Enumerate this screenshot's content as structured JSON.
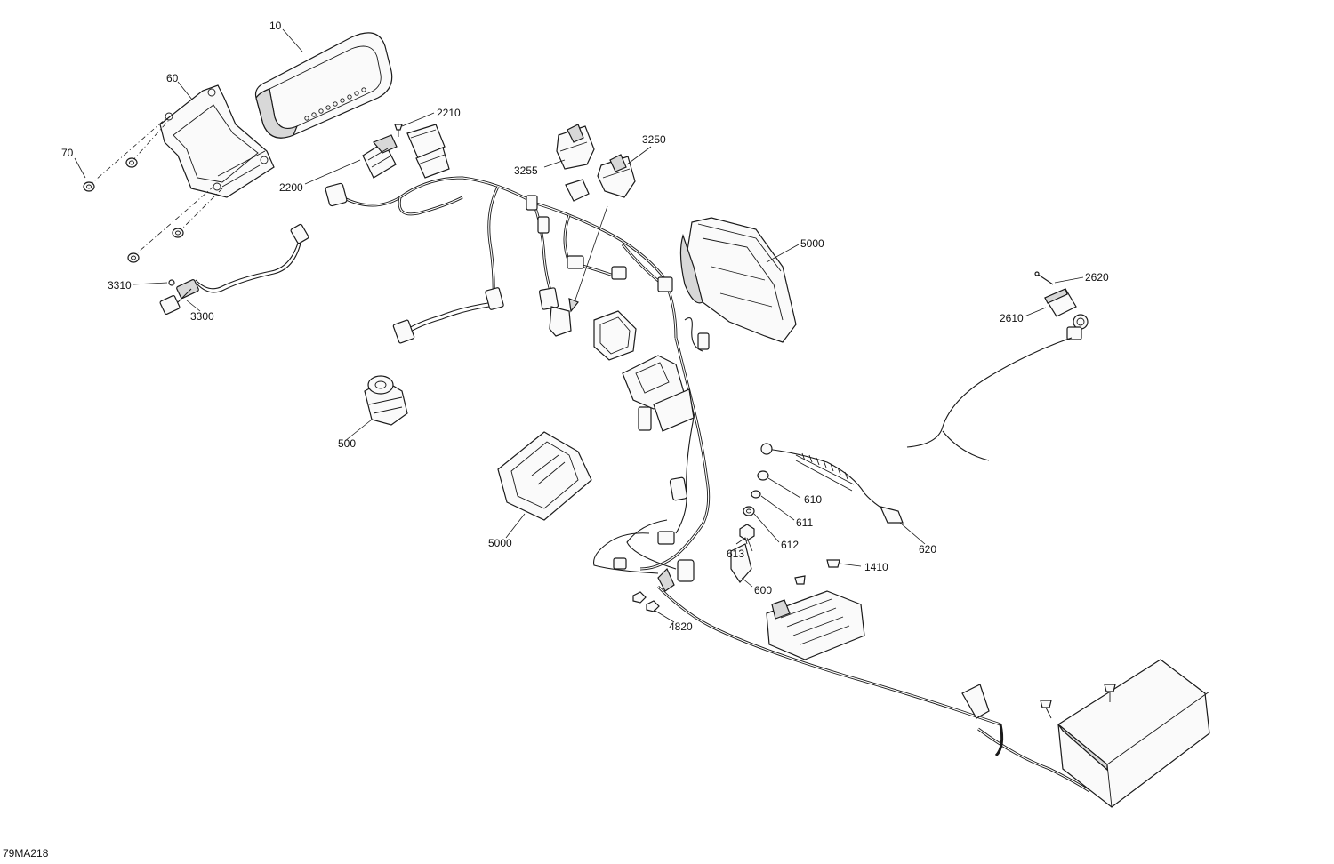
{
  "drawing_id": "79MA218",
  "callouts": {
    "c10": "10",
    "c60": "60",
    "c70": "70",
    "c2210": "2210",
    "c2200": "2200",
    "c3255": "3255",
    "c3250": "3250",
    "c5000a": "5000",
    "c3310": "3310",
    "c3300": "3300",
    "c2620": "2620",
    "c2610": "2610",
    "c500": "500",
    "c5000b": "5000",
    "c610": "610",
    "c611": "611",
    "c612": "612",
    "c613": "613",
    "c620": "620",
    "c1410": "1410",
    "c600": "600",
    "c4820": "4820"
  },
  "icons": {
    "arrow": "arrow-icon",
    "screw": "screw-icon"
  }
}
